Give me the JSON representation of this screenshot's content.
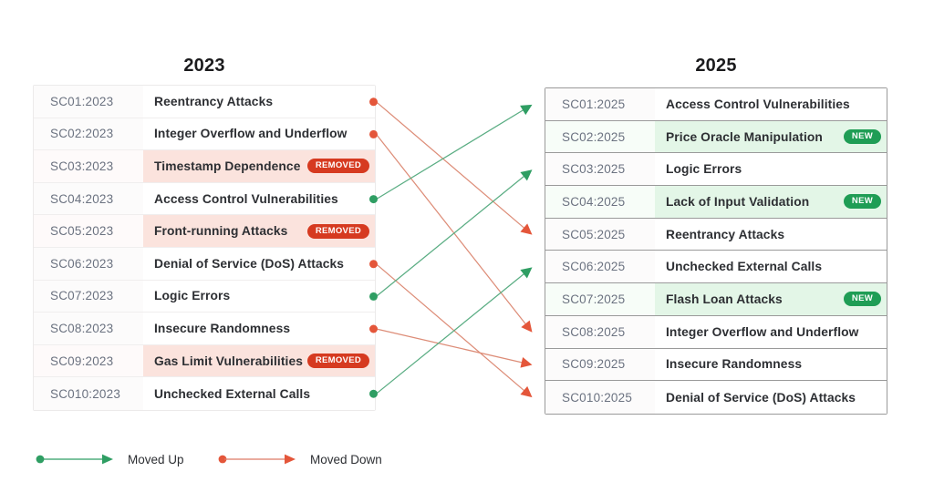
{
  "left_column": {
    "title": "2023",
    "rows": [
      {
        "rank": "SC01:2023",
        "name": "Reentrancy Attacks",
        "status": "moved-down"
      },
      {
        "rank": "SC02:2023",
        "name": "Integer Overflow and Underflow",
        "status": "moved-down"
      },
      {
        "rank": "SC03:2023",
        "name": "Timestamp Dependence",
        "status": "removed",
        "badge": "REMOVED"
      },
      {
        "rank": "SC04:2023",
        "name": "Access Control Vulnerabilities",
        "status": "moved-up"
      },
      {
        "rank": "SC05:2023",
        "name": "Front-running Attacks",
        "status": "removed",
        "badge": "REMOVED"
      },
      {
        "rank": "SC06:2023",
        "name": "Denial of Service (DoS) Attacks",
        "status": "moved-down"
      },
      {
        "rank": "SC07:2023",
        "name": "Logic Errors",
        "status": "moved-up"
      },
      {
        "rank": "SC08:2023",
        "name": "Insecure Randomness",
        "status": "moved-down"
      },
      {
        "rank": "SC09:2023",
        "name": "Gas Limit Vulnerabilities",
        "status": "removed",
        "badge": "REMOVED"
      },
      {
        "rank": "SC010:2023",
        "name": "Unchecked External Calls",
        "status": "moved-up"
      }
    ]
  },
  "right_column": {
    "title": "2025",
    "rows": [
      {
        "rank": "SC01:2025",
        "name": "Access Control Vulnerabilities",
        "status": "moved-up"
      },
      {
        "rank": "SC02:2025",
        "name": "Price Oracle Manipulation",
        "status": "new",
        "badge": "NEW"
      },
      {
        "rank": "SC03:2025",
        "name": "Logic Errors",
        "status": "moved-up"
      },
      {
        "rank": "SC04:2025",
        "name": "Lack of Input Validation",
        "status": "new",
        "badge": "NEW"
      },
      {
        "rank": "SC05:2025",
        "name": "Reentrancy Attacks",
        "status": "moved-down"
      },
      {
        "rank": "SC06:2025",
        "name": "Unchecked External Calls",
        "status": "moved-up"
      },
      {
        "rank": "SC07:2025",
        "name": "Flash Loan Attacks",
        "status": "new",
        "badge": "NEW"
      },
      {
        "rank": "SC08:2025",
        "name": "Integer Overflow and Underflow",
        "status": "moved-down"
      },
      {
        "rank": "SC09:2025",
        "name": "Insecure Randomness",
        "status": "moved-down"
      },
      {
        "rank": "SC010:2025",
        "name": "Denial of Service (DoS) Attacks",
        "status": "moved-down"
      }
    ]
  },
  "legend": {
    "moved_up_label": "Moved Up",
    "moved_down_label": "Moved Down"
  },
  "colors": {
    "moved_up": "#2f9e63",
    "moved_down": "#e4563a",
    "removed_row_bg": "#fbe3dd",
    "new_row_bg": "#e3f6e7",
    "removed_badge_bg": "#d63a20",
    "new_badge_bg": "#1f9d55",
    "text": "#2d2f33",
    "rank_text": "#6b7280"
  },
  "connections": [
    {
      "from": 1,
      "to": 5,
      "direction": "moved-down",
      "label": "Reentrancy Attacks"
    },
    {
      "from": 2,
      "to": 8,
      "direction": "moved-down",
      "label": "Integer Overflow and Underflow"
    },
    {
      "from": 4,
      "to": 1,
      "direction": "moved-up",
      "label": "Access Control Vulnerabilities"
    },
    {
      "from": 6,
      "to": 10,
      "direction": "moved-down",
      "label": "Denial of Service (DoS) Attacks"
    },
    {
      "from": 7,
      "to": 3,
      "direction": "moved-up",
      "label": "Logic Errors"
    },
    {
      "from": 8,
      "to": 9,
      "direction": "moved-down",
      "label": "Insecure Randomness"
    },
    {
      "from": 10,
      "to": 6,
      "direction": "moved-up",
      "label": "Unchecked External Calls"
    }
  ]
}
